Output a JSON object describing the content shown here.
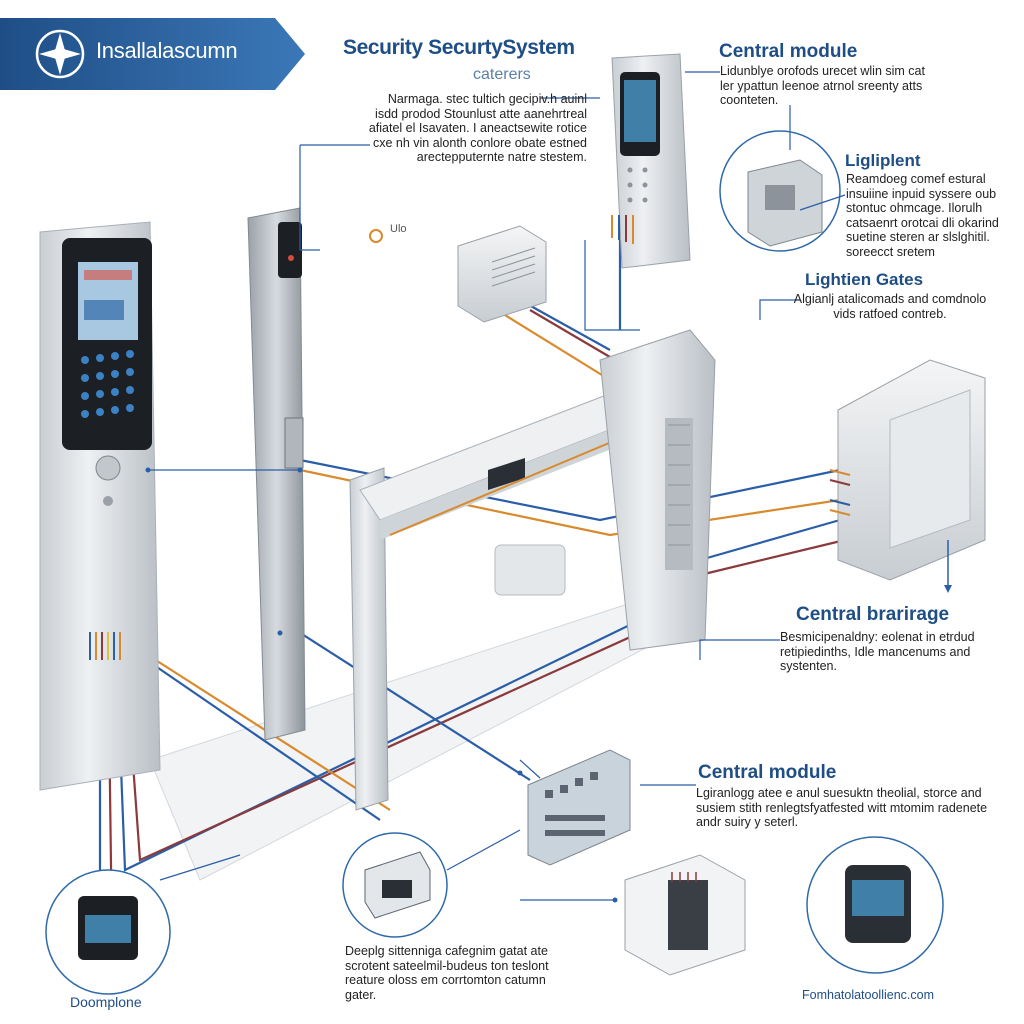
{
  "banner": {
    "title": "Insallalascumn",
    "icon": "compass-star-icon"
  },
  "header": {
    "title": "Security SecurtySystem",
    "subtitle": "caterers"
  },
  "intro": {
    "text": "Narmaga. stec tultich gecipiv.h auinl isdd prodod Stounlust atte aanehrtreal afiatel el Isavaten. I aneactsewite rotice cxe nh vin alonth conlore obate estned arectepputernte natre stestem."
  },
  "callouts": {
    "central_module_top": {
      "title": "Central module",
      "body": "Lidunblye orofods urecet wlin sim cat ler ypattun leenoe atrnol sreenty atts coonteten."
    },
    "ligliplent": {
      "title": "Ligliplent",
      "body": "Reamdoeg comef estural insuiine inpuid syssere oub stontuc ohmcage. Ilorulh catsaenrt orotcai dli okarind suetine steren ar slslghitil. soreecct sretem"
    },
    "lighten_gates": {
      "title": "Lightien Gates",
      "body": "Algianlj atalicomads and comdnolo vids ratfoed contreb."
    },
    "central_brarirage": {
      "title": "Central brarirage",
      "body": "Besmicipenaldny: eolenat in etrdud retipiedinths, Idle mancenums and systenten."
    },
    "central_module_bottom": {
      "title": "Central module",
      "body": "Lgiranlogg atee e anul suesuktn theolial, storce and susiem stith renlegtsfyatfested witt mtomim radenete andr suiry y seterl."
    }
  },
  "bottom_text": {
    "body": "Deeplg sittenniga cafegnim gatat ate scrotent sateelmil-budeus ton teslont reature oloss em corrtomton catumn gater."
  },
  "door_label": "Doomplone",
  "footer_url": "Fomhatolatoollienc.com",
  "small_tag": "Ulo",
  "colors": {
    "accent": "#1f4e86",
    "banner": "#2f6aa8",
    "wire_blue": "#2a5ea8",
    "wire_red": "#8a3a3a",
    "wire_orange": "#d98a2c",
    "device_gray": "#d8dce0"
  }
}
